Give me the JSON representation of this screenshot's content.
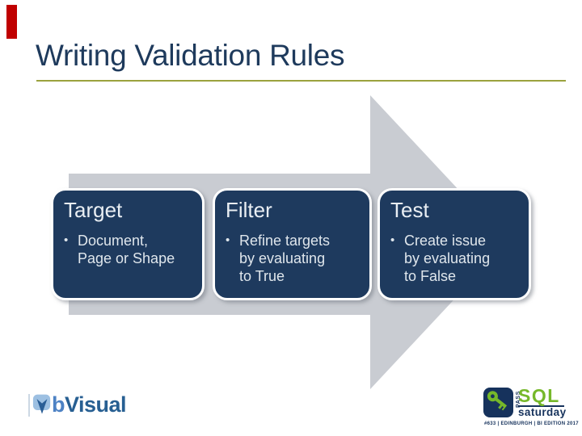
{
  "slide": {
    "title": "Writing Validation Rules",
    "accent_color": "#c00000",
    "underline_color": "#9ba23e",
    "title_color": "#1e3a5c",
    "background_color": "#ffffff"
  },
  "process": {
    "bullet": "•",
    "arrow_color": "#c9ccd2",
    "box_color": "#1e3a5e",
    "box_text_color": "#e9eef3",
    "steps": [
      {
        "heading": "Target",
        "lines": [
          "Document,",
          "Page or Shape"
        ]
      },
      {
        "heading": "Filter",
        "lines": [
          "Refine targets",
          "by evaluating",
          "to True"
        ]
      },
      {
        "heading": "Test",
        "lines": [
          "Create issue",
          "by evaluating",
          "to False"
        ]
      }
    ]
  },
  "footer": {
    "bvisual_logo": {
      "prefix": "b",
      "name": "Visual"
    },
    "sqlsaturday_logo": {
      "org": "PASS",
      "sql": "SQL",
      "saturday": "saturday",
      "event": "#633 | EDINBURGH | BI EDITION 2017",
      "green": "#76b82a",
      "navy": "#16325c"
    }
  }
}
